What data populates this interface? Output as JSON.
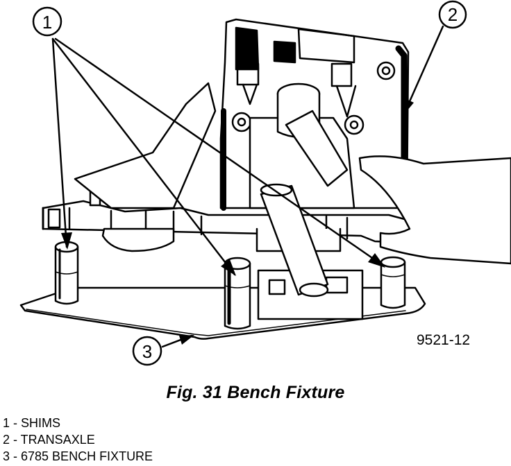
{
  "figure": {
    "caption": "Fig. 31 Bench Fixture",
    "code": "9521-12",
    "callouts": [
      "1",
      "2",
      "3"
    ]
  },
  "legend": [
    {
      "number": "1",
      "text": " - SHIMS"
    },
    {
      "number": "2",
      "text": " - TRANSAXLE"
    },
    {
      "number": "3",
      "text": " - 6785 BENCH FIXTURE"
    }
  ]
}
